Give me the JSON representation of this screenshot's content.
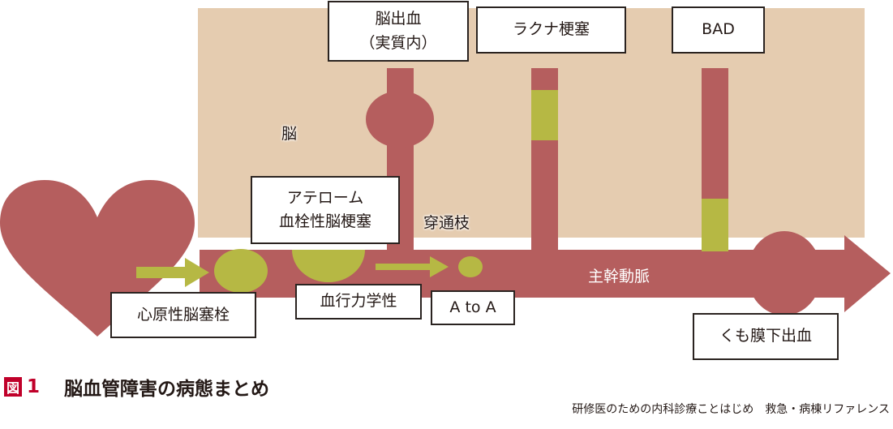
{
  "labels": {
    "brain": "脳",
    "perforator": "穿通枝",
    "main_artery": "主幹動脈",
    "ich_line1": "脳出血",
    "ich_line2": "（実質内）",
    "lacunar": "ラクナ梗塞",
    "bad": "BAD",
    "athero_line1": "アテローム",
    "athero_line2": "血栓性脳梗塞",
    "cardio": "心原性脳塞栓",
    "hemodynamic": "血行力学性",
    "atoa": "A to A",
    "sah": "くも膜下出血"
  },
  "caption": {
    "fig": "図",
    "num": "1",
    "title": "脳血管障害の病態まとめ"
  },
  "footer": "研修医のための内科診療ことはじめ　救急・病棟リファレンス",
  "colors": {
    "brain": "#e5ccb0",
    "vessel": "#b55e5e",
    "lesion": "#b6b844",
    "fig_red": "#c0002a"
  }
}
